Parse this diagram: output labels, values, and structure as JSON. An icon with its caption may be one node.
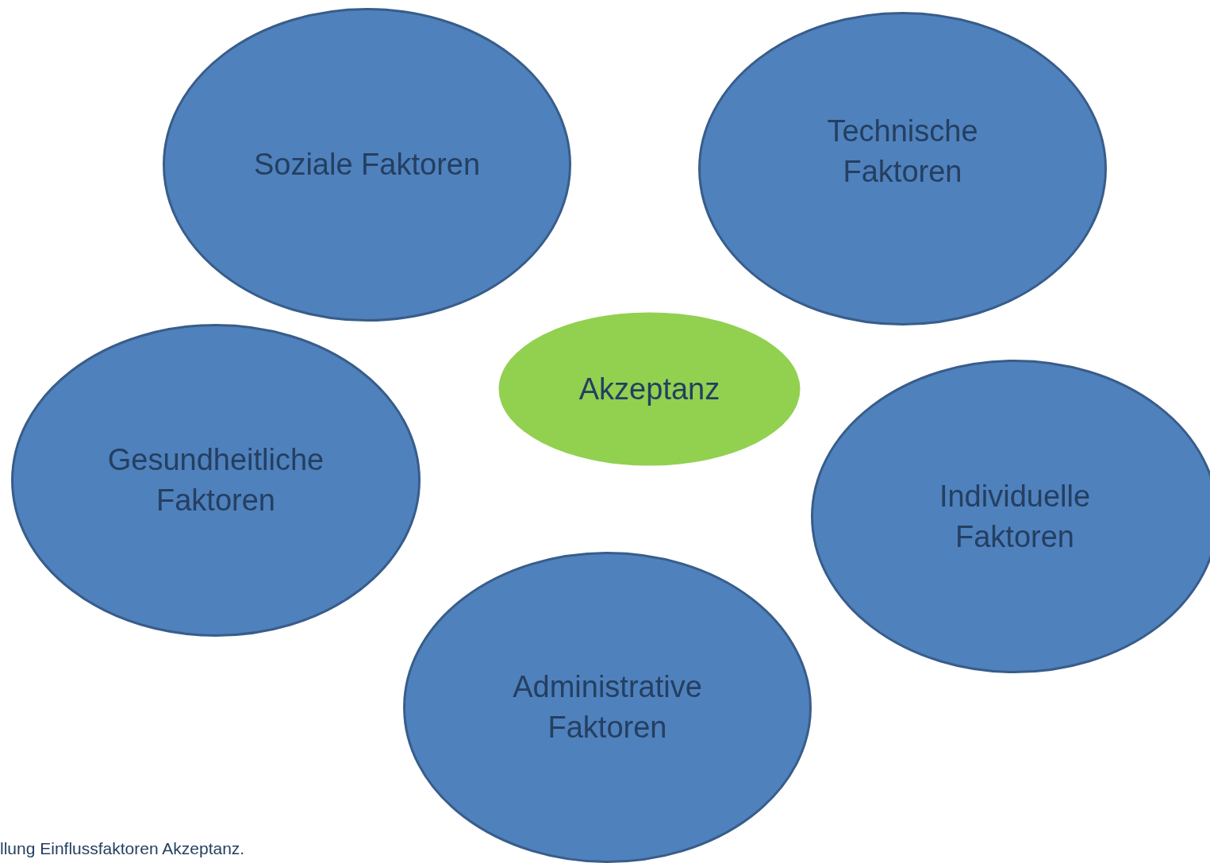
{
  "diagram": {
    "caption": "llung Einflussfaktoren Akzeptanz.",
    "nodes": [
      {
        "text": [
          "Soziale Faktoren"
        ]
      },
      {
        "text": [
          "Technische Faktoren"
        ]
      },
      {
        "text": [
          "Akzeptanz"
        ]
      },
      {
        "text": [
          "Gesundheitliche Faktoren"
        ]
      },
      {
        "text": [
          "Individuelle Faktoren"
        ]
      },
      {
        "text": [
          "Administrative Faktoren"
        ]
      }
    ],
    "edges": []
  }
}
